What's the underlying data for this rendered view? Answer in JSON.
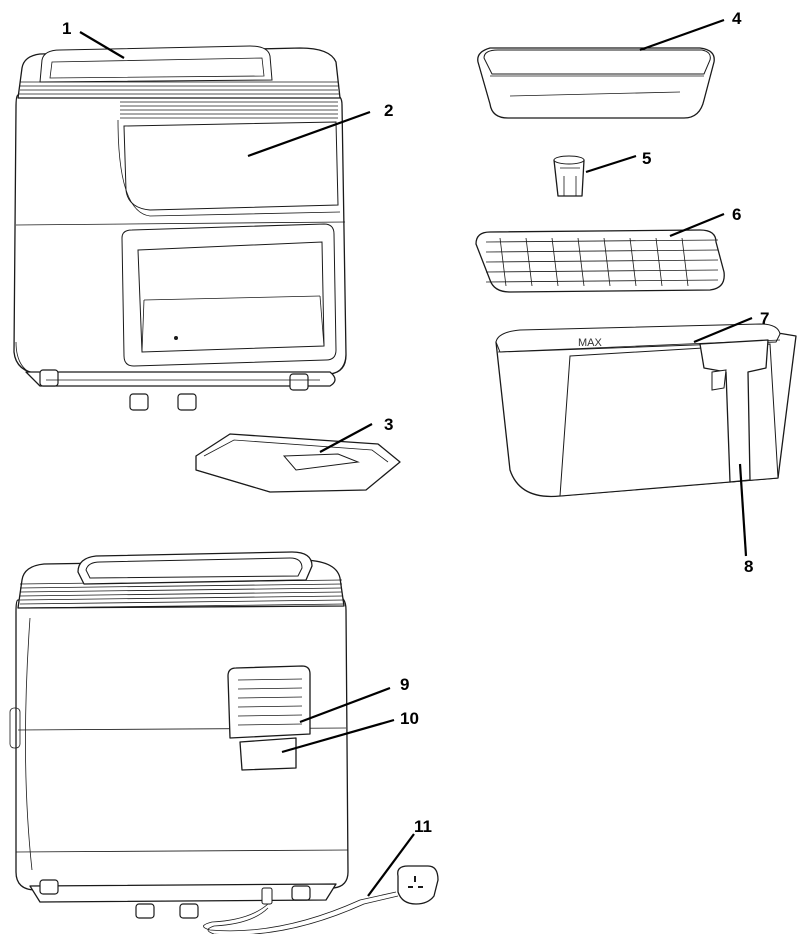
{
  "figure": {
    "embossed_text": "MAX",
    "callouts": [
      {
        "id": "1",
        "label": "1"
      },
      {
        "id": "2",
        "label": "2"
      },
      {
        "id": "3",
        "label": "3"
      },
      {
        "id": "4",
        "label": "4"
      },
      {
        "id": "5",
        "label": "5"
      },
      {
        "id": "6",
        "label": "6"
      },
      {
        "id": "7",
        "label": "7"
      },
      {
        "id": "8",
        "label": "8"
      },
      {
        "id": "9",
        "label": "9"
      },
      {
        "id": "10",
        "label": "10"
      },
      {
        "id": "11",
        "label": "11"
      }
    ]
  }
}
